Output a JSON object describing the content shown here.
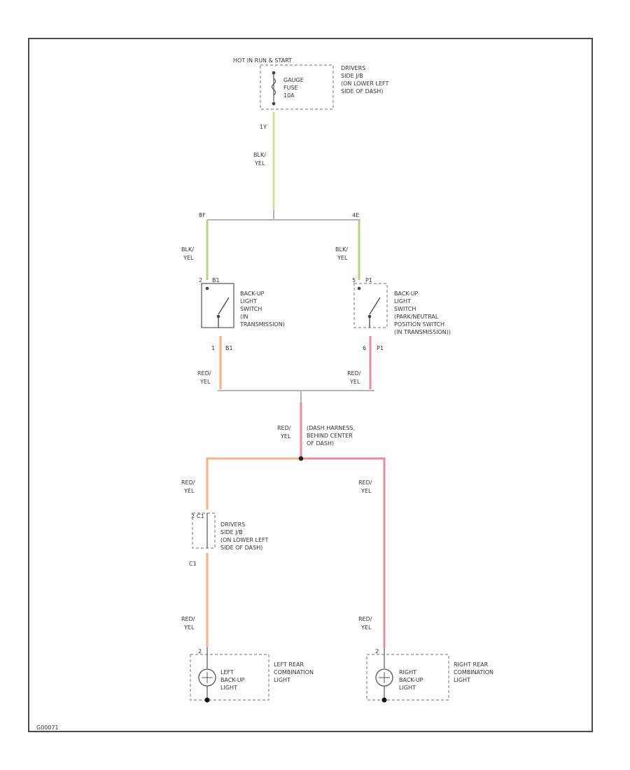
{
  "colors": {
    "yellow_wire": "#d8de9a",
    "green_wire": "#b9cf8a",
    "red_wire": "#ee8a95",
    "orange_wire": "#f5b184",
    "border": "#4a4a4a"
  },
  "fuse": {
    "header": "HOT IN RUN & START",
    "label": [
      "GAUGE",
      "FUSE",
      "10A"
    ],
    "location": [
      "DRIVERS",
      "SIDE J/B",
      "(ON LOWER LEFT",
      "SIDE OF DASH)"
    ],
    "pin": "1Y"
  },
  "wires": {
    "blk_yel": [
      "BLK/",
      "YEL"
    ],
    "red_yel": [
      "RED/",
      "YEL"
    ]
  },
  "splices": {
    "left": "8F",
    "right": "4E"
  },
  "left_switch": {
    "connector": "B1",
    "pin_top": "2",
    "pin_bottom": "1",
    "pin_code": "B1",
    "label": [
      "BACK-UP",
      "LIGHT",
      "SWITCH",
      "(IN",
      "TRANSMISSION)"
    ]
  },
  "right_switch": {
    "connector": "P1",
    "pin_top": "5",
    "pin_bottom": "6",
    "pin_code": "P1",
    "label": [
      "BACK-UP",
      "LIGHT",
      "SWITCH",
      "(PARK/NEUTRAL",
      "POSITION SWITCH",
      "(IN TRANSMISSION))"
    ]
  },
  "dash_splice": {
    "label": [
      "(DASH HARNESS,",
      "BEHIND CENTER",
      "OF DASH)"
    ]
  },
  "lower_jb": {
    "pin_top": "2",
    "conn": "C1",
    "pin_bottom": "C1",
    "location": [
      "DRIVERS",
      "SIDE J/B",
      "(ON LOWER LEFT",
      "SIDE OF DASH)"
    ]
  },
  "left_lamp": {
    "pin": "2",
    "inner": [
      "LEFT",
      "BACK-UP",
      "LIGHT"
    ],
    "outer": [
      "LEFT REAR",
      "COMBINATION",
      "LIGHT"
    ]
  },
  "right_lamp": {
    "pin": "2",
    "inner": [
      "RIGHT",
      "BACK-UP",
      "LIGHT"
    ],
    "outer": [
      "RIGHT REAR",
      "COMBINATION",
      "LIGHT"
    ]
  },
  "figure_id": "G00071"
}
